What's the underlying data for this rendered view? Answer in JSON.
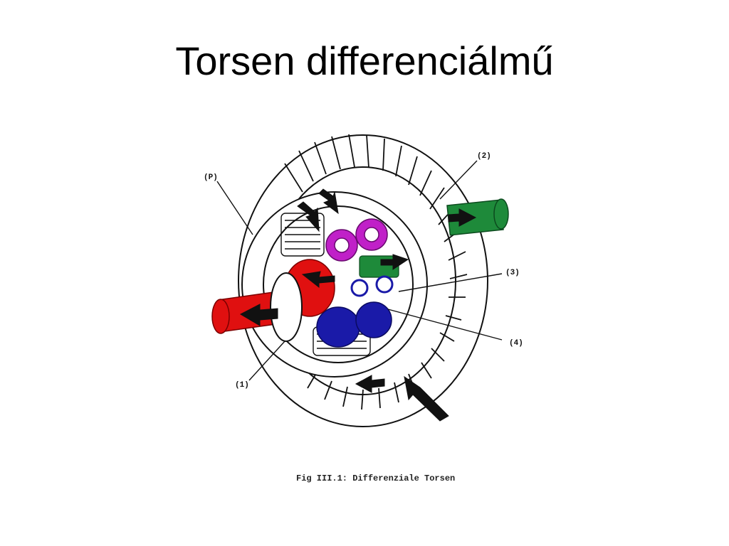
{
  "slide": {
    "title": "Torsen differenciálmű"
  },
  "figure": {
    "caption": "Fig III.1: Differenziale Torsen",
    "labels": {
      "p": "(P)",
      "one": "(1)",
      "two": "(2)",
      "three": "(3)",
      "four": "(4)"
    },
    "colors": {
      "left_shaft": "#e01010",
      "right_shaft": "#1e8a3a",
      "upper_gears": "#c020c8",
      "lower_gears": "#1a1aa8",
      "outline": "#111111"
    }
  }
}
